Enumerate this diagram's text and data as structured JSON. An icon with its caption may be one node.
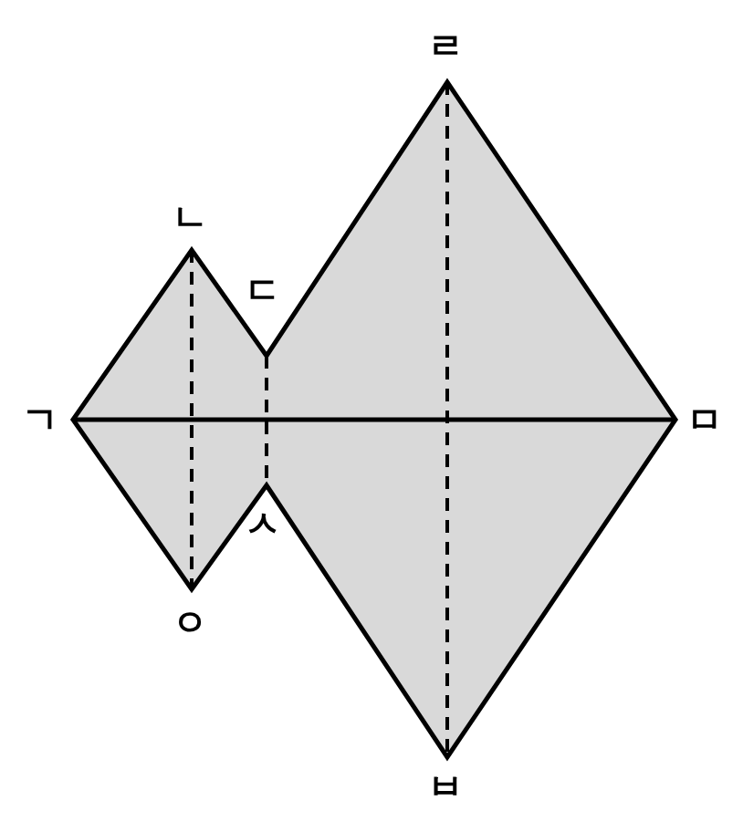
{
  "diagram": {
    "labels": [
      "ㄹ",
      "ㄴ",
      "ㄷ",
      "ㄱ",
      "ㅁ",
      "ㅅ",
      "ㅇ",
      "ㅂ"
    ]
  }
}
